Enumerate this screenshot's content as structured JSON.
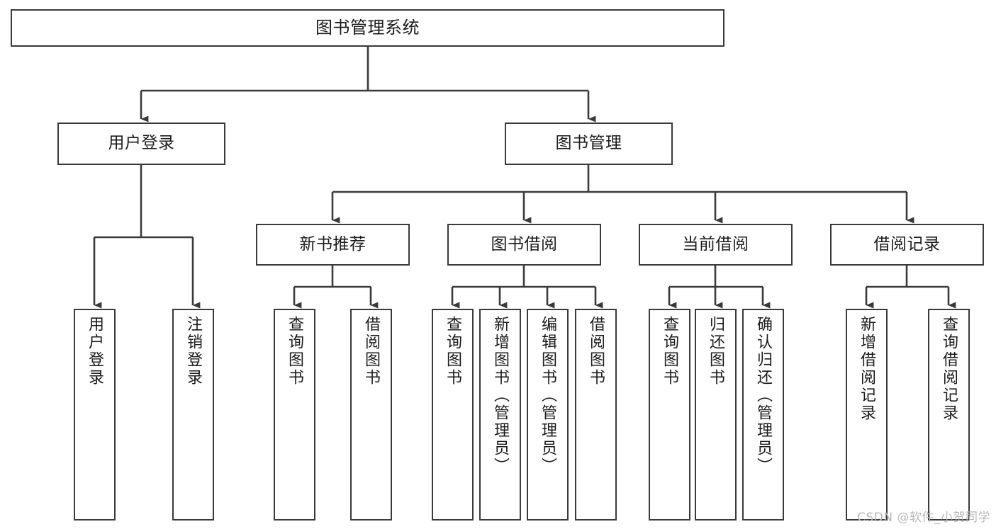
{
  "diagram": {
    "title": "图书管理系统",
    "type": "tree",
    "watermark": "CSDN @软件_小贺同学",
    "style": {
      "background": "#ffffff",
      "box_border": "#3a3a3a",
      "box_fill": "#ffffff",
      "line": "#3a3a3a",
      "text": "#1b1b1b",
      "watermark_color": "#b9b9b9"
    },
    "nodes": {
      "root": {
        "label": "图书管理系统"
      },
      "level2": [
        {
          "id": "user-login",
          "label": "用户登录"
        },
        {
          "id": "book-manage",
          "label": "图书管理"
        }
      ],
      "level3": [
        {
          "id": "new-book-rec",
          "label": "新书推荐"
        },
        {
          "id": "book-borrow",
          "label": "图书借阅"
        },
        {
          "id": "current-borrow",
          "label": "当前借阅"
        },
        {
          "id": "borrow-record",
          "label": "借阅记录"
        }
      ],
      "leaves": {
        "user_login": [
          {
            "id": "leaf-user-login",
            "label": "用户登录"
          },
          {
            "id": "leaf-user-logout",
            "label": "注销登录"
          }
        ],
        "new_book_rec": [
          {
            "id": "leaf-query-book-1",
            "label": "查询图书"
          },
          {
            "id": "leaf-borrow-book-1",
            "label": "借阅图书"
          }
        ],
        "book_borrow": [
          {
            "id": "leaf-query-book-2",
            "label": "查询图书"
          },
          {
            "id": "leaf-add-book",
            "label": "新增图书（管理员）"
          },
          {
            "id": "leaf-edit-book",
            "label": "编辑图书（管理员）"
          },
          {
            "id": "leaf-borrow-book-2",
            "label": "借阅图书"
          }
        ],
        "current_borrow": [
          {
            "id": "leaf-query-book-3",
            "label": "查询图书"
          },
          {
            "id": "leaf-return-book",
            "label": "归还图书"
          },
          {
            "id": "leaf-confirm-return",
            "label": "确认归还（管理员）"
          }
        ],
        "borrow_record": [
          {
            "id": "leaf-add-record",
            "label": "新增借阅记录"
          },
          {
            "id": "leaf-query-record",
            "label": "查询借阅记录"
          }
        ]
      }
    }
  }
}
